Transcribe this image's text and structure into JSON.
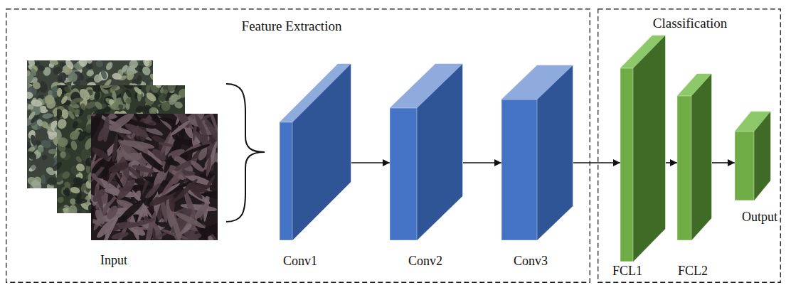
{
  "diagram": {
    "nodes": [
      {
        "text": [
          "Feature Extraction"
        ]
      },
      {
        "text": [
          "Input"
        ],
        "in": 0
      },
      {
        "text": [
          "Conv1"
        ],
        "in": 0
      },
      {
        "text": [
          "Conv2"
        ],
        "in": 0
      },
      {
        "text": [
          "Conv3"
        ],
        "in": 0
      },
      {
        "text": [
          "Classification"
        ]
      },
      {
        "text": [
          "FCL1"
        ],
        "in": 5
      },
      {
        "text": [
          "FCL2"
        ],
        "in": 5
      },
      {
        "text": [
          "Output"
        ],
        "in": 5
      }
    ],
    "edges": [
      {
        "from": 2,
        "to": 3,
        "arrow": "to"
      },
      {
        "from": 3,
        "to": 4,
        "arrow": "to"
      },
      {
        "from": 4,
        "to": 6,
        "arrow": "to"
      },
      {
        "from": 6,
        "to": 7,
        "arrow": "to"
      },
      {
        "from": 7,
        "to": 8,
        "arrow": "to"
      }
    ]
  }
}
